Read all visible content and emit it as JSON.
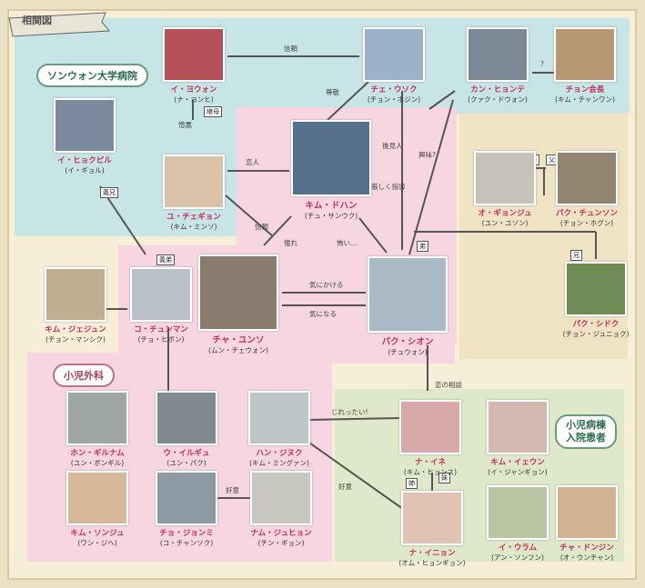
{
  "title": "相関図",
  "zones": {
    "hospital": "ソンウォン大学病院",
    "pediatrics": "小児外科",
    "ward": "小児病棟\n入院患者"
  },
  "colors": {
    "blue": "#c7e4e6",
    "pink": "#f7d6e2",
    "beige": "#f0e3c4",
    "green": "#dfe8c8",
    "name": "#c0305a"
  },
  "people": {
    "lee_yowon": {
      "name": "イ・ヨウォン",
      "actor": "(ナ・ヨンヒ)"
    },
    "choi_woseok": {
      "name": "チェ・ウソク",
      "actor": "(チョン・ホジン)"
    },
    "kang_hyeonte": {
      "name": "カン・ヒョンテ",
      "actor": "(クァク・ドウォン)"
    },
    "chon_kaicho": {
      "name": "チョン会長",
      "actor": "(キム・チャンワン)"
    },
    "lee_hyokpil": {
      "name": "イ・ヒョクピル",
      "actor": "(イ・ギョル)"
    },
    "yu_chegyon": {
      "name": "ユ・チェギョン",
      "actor": "(キム・ミンソ)"
    },
    "kim_dohan": {
      "name": "キム・ドハン",
      "actor": "(チュ・サンウク)"
    },
    "oh_gyonju": {
      "name": "オ・ギョンジュ",
      "actor": "(ユン・ユソン)"
    },
    "park_chunson": {
      "name": "パク・チュンソン",
      "actor": "(チョン・ホグン)"
    },
    "kim_jejun": {
      "name": "キム・ジェジュン",
      "actor": "(チョン・マンシク)"
    },
    "ko_chunman": {
      "name": "コ・チュンマン",
      "actor": "(チョ・ヒボン)"
    },
    "cha_yunso": {
      "name": "チャ・ユンソ",
      "actor": "(ムン・チェウォン)"
    },
    "park_shion": {
      "name": "パク・シオン",
      "actor": "(チュウォン)"
    },
    "park_shidoku": {
      "name": "パク・シドク",
      "actor": "(チョン・ジュニョク)"
    },
    "hon_girunam": {
      "name": "ホン・ギルナム",
      "actor": "(ユン・ボンギル)"
    },
    "u_irugyu": {
      "name": "ウ・イルギュ",
      "actor": "(ユン・パク)"
    },
    "han_jijuku": {
      "name": "ハン・ジヌク",
      "actor": "(キム・ミングァン)"
    },
    "na_ine": {
      "name": "ナ・イネ",
      "actor": "(キム・ヒョンス)"
    },
    "kim_yeun": {
      "name": "キム・イェウン",
      "actor": "(イ・ジャンギョン)"
    },
    "kim_sonju": {
      "name": "キム・ソンジュ",
      "actor": "(ワン・ジヘ)"
    },
    "cho_jonmi": {
      "name": "チョ・ジョンミ",
      "actor": "(コ・チャンソク)"
    },
    "nam_juhyon": {
      "name": "ナム・ジュヒョン",
      "actor": "(チン・ギョン)"
    },
    "na_inyon": {
      "name": "ナ・イニョン",
      "actor": "(オム・ヒョンギョン)"
    },
    "lee_uram": {
      "name": "イ・ウラム",
      "actor": "(アン・ソンフン)"
    },
    "cha_donjin": {
      "name": "チャ・ドンジン",
      "actor": "(オ・ウンチャン)"
    }
  },
  "relations": {
    "shinrai_top": "信頼",
    "sonkei": "尊敬",
    "renaku": "恋人",
    "kohai": "後見人",
    "kyomi": "興味?",
    "kibishiku": "厳しく指導",
    "shinrai2": "信頼",
    "akogare": "憧れ",
    "kowai": "怖い…",
    "kenbo": "憎悪",
    "ki_ni_kakeru": "気にかける",
    "ki_ni_naru": "気になる",
    "koi_sodan": "恋の相談",
    "jiretai": "じれったい!",
    "koui1": "好意",
    "koui2": "好意",
    "q": "?"
  },
  "tags": {
    "mother_in_law": "継母",
    "aniki": "義兄",
    "otouto_gi": "義弟",
    "haha": "母",
    "chichi": "父",
    "otouto": "弟",
    "ani": "兄",
    "ane": "姉",
    "imouto": "妹"
  }
}
